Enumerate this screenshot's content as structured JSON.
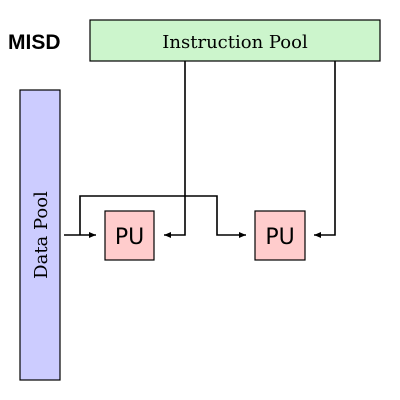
{
  "title": "MISD",
  "instruction_pool": {
    "label": "Instruction Pool",
    "color": "#ccf5cc"
  },
  "data_pool": {
    "label": "Data Pool",
    "color": "#ccccff"
  },
  "processing_units": [
    {
      "label": "PU",
      "color": "#ffcccc"
    },
    {
      "label": "PU",
      "color": "#ffcccc"
    }
  ]
}
